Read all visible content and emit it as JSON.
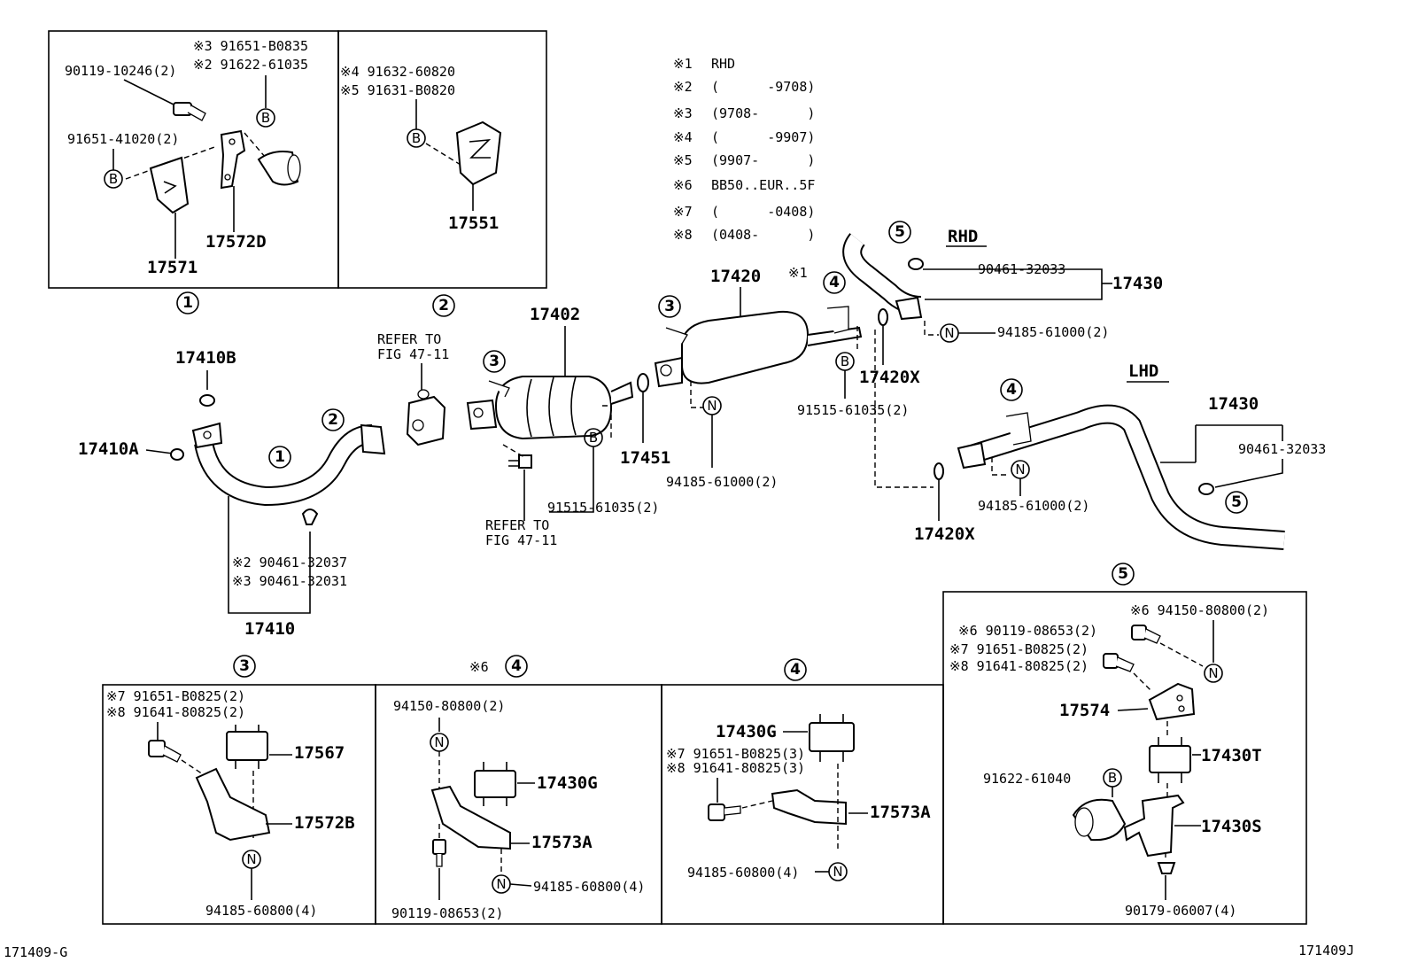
{
  "legend": [
    {
      "mark": "※1",
      "text": "RHD"
    },
    {
      "mark": "※2",
      "text": "(      -9708)"
    },
    {
      "mark": "※3",
      "text": "(9708-      )"
    },
    {
      "mark": "※4",
      "text": "(      -9907)"
    },
    {
      "mark": "※5",
      "text": "(9907-      )"
    },
    {
      "mark": "※6",
      "text": "BB50..EUR..5F"
    },
    {
      "mark": "※7",
      "text": "(      -0408)"
    },
    {
      "mark": "※8",
      "text": "(0408-      )"
    }
  ],
  "box1": {
    "number": "1",
    "bolt": "90119-10246(2)",
    "bracket_b3": "※3 91651-B0835",
    "bracket_b2": "※2 91622-61035",
    "bolt_b": "91651-41020(2)",
    "bracket_a": "17571",
    "bracket_d": "17572D"
  },
  "box2": {
    "number": "2",
    "bolt_4": "※4 91632-60820",
    "bolt_5": "※5 91631-B0820",
    "insulator": "17551"
  },
  "main": {
    "gasket_b": "17410B",
    "gasket_a": "17410A",
    "pipe": "17410",
    "pipe_note2": "※2 90461-32037",
    "pipe_note3": "※3 90461-32031",
    "refer1": "REFER TO",
    "refer1b": "FIG 47-11",
    "refer2": "REFER TO",
    "refer2b": "FIG 47-11",
    "converter": "17402",
    "gasket_451": "17451",
    "bolt_conv": "91515-61035(2)",
    "muffler": "17420",
    "muffler_nut": "94185-61000(2)",
    "rhd_mark": "※1",
    "gasket_x": "17420X",
    "bolt_muf": "91515-61035(2)",
    "rhd_label": "RHD",
    "rhd_clamp": "90461-32033",
    "rhd_tail": "17430",
    "rhd_nut": "94185-61000(2)",
    "lhd_label": "LHD",
    "lhd_tail": "17430",
    "lhd_clamp": "90461-32033",
    "lhd_nut": "94185-61000(2)",
    "gasket_x2": "17420X"
  },
  "circles": {
    "c1": "1",
    "c2": "2",
    "c3": "3",
    "c4": "4",
    "c5": "5",
    "b": "B",
    "n": "N"
  },
  "box3": {
    "number": "3",
    "bolt7": "※7 91651-B0825(2)",
    "bolt8": "※8 91641-80825(2)",
    "mount": "17567",
    "bracket": "17572B",
    "nut": "94185-60800(4)"
  },
  "box4a": {
    "number": "4",
    "mark": "※6",
    "nut_top": "94150-80800(2)",
    "mount": "17430G",
    "bracket": "17573A",
    "nut": "94185-60800(4)",
    "bolt": "90119-08653(2)"
  },
  "box4b": {
    "number": "4",
    "mount": "17430G",
    "bolt7": "※7 91651-B0825(3)",
    "bolt8": "※8 91641-80825(3)",
    "bracket": "17573A",
    "nut": "94185-60800(4)"
  },
  "box5": {
    "number": "5",
    "nut6": "※6 94150-80800(2)",
    "bolt6": "※6 90119-08653(2)",
    "bolt7": "※7 91651-B0825(2)",
    "bolt8": "※8 91641-80825(2)",
    "bracket": "17574",
    "mount": "17430T",
    "hanger_bolt": "91622-61040",
    "hanger": "17430S",
    "clip": "90179-06007(4)"
  },
  "footer": {
    "left": "171409-G",
    "right": "171409J"
  }
}
